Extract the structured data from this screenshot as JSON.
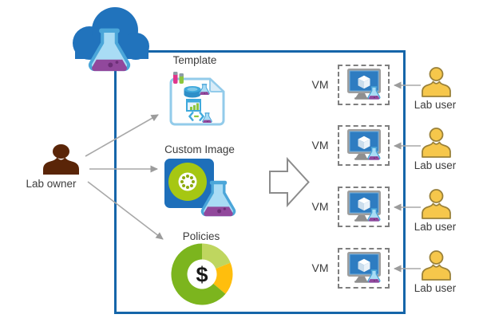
{
  "diagram": {
    "kind": "azure-devtest-labs-architecture"
  },
  "colors": {
    "lab_box_border": "#1565A9",
    "azure_cloud_blue": "#2173BC",
    "flask_body_blue": "#A9DCF5",
    "flask_outline_blue": "#4BA6D9",
    "flask_liquid_purple": "#91489C",
    "owner_brown": "#5A2508",
    "user_yellow": "#F6C74B",
    "user_outline": "#9A8139",
    "arrow_gray": "#9C9C9C",
    "policy_green": "#7CB51E",
    "policy_light_green": "#BFD65F",
    "policy_yellow": "#FFBE0D",
    "image_disc_green": "#A6C713",
    "monitor_screen_blue": "#2E7CC1"
  },
  "logo": {
    "icon": "devtest-labs-cloud-flask-icon"
  },
  "lab_owner": {
    "label": "Lab owner",
    "icon": "person-icon"
  },
  "sources": [
    {
      "label": "Template",
      "icon": "template-document-icon"
    },
    {
      "label": "Custom Image",
      "icon": "custom-image-disc-flask-icon"
    },
    {
      "label": "Policies",
      "icon": "cost-policy-donut-icon",
      "badge": "$"
    }
  ],
  "flow": {
    "icon": "block-arrow-right-icon"
  },
  "vm_rows": [
    {
      "vm_label": "VM",
      "user_label": "Lab user",
      "vm_icon": "vm-monitor-flask-icon",
      "user_icon": "person-icon"
    },
    {
      "vm_label": "VM",
      "user_label": "Lab user",
      "vm_icon": "vm-monitor-flask-icon",
      "user_icon": "person-icon"
    },
    {
      "vm_label": "VM",
      "user_label": "Lab user",
      "vm_icon": "vm-monitor-flask-icon",
      "user_icon": "person-icon"
    },
    {
      "vm_label": "VM",
      "user_label": "Lab user",
      "vm_icon": "vm-monitor-flask-icon",
      "user_icon": "person-icon"
    }
  ]
}
